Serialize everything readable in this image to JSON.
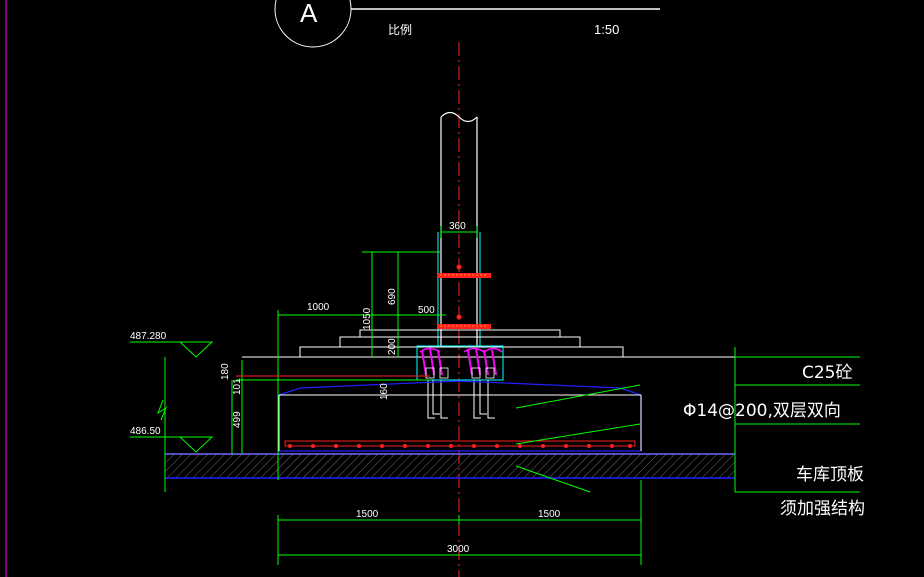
{
  "title_block": {
    "label_marker": "A",
    "scale_label": "比例",
    "scale_value": "1:50"
  },
  "elevations": {
    "top": "487.280",
    "bottom": "486.50"
  },
  "dimensions": {
    "column_width": "360",
    "left_offset": "1000",
    "height_1050": "1050",
    "height_690": "690",
    "width_500": "500",
    "height_200": "200",
    "height_180": "180",
    "height_101": "101",
    "height_499": "499",
    "height_160": "160",
    "left_half": "1500",
    "right_half": "1500",
    "total_width": "3000"
  },
  "annotations": {
    "concrete": "C25砼",
    "rebar": "Φ14@200,双层双向",
    "roof_slab": "车库顶板",
    "reinforce": "须加强结构"
  },
  "colors": {
    "background": "#000000",
    "green": "#00ff00",
    "white": "#ffffff",
    "red": "#ff0000",
    "blue": "#2020ff",
    "magenta": "#ff00ff",
    "cyan": "#00ffff"
  }
}
